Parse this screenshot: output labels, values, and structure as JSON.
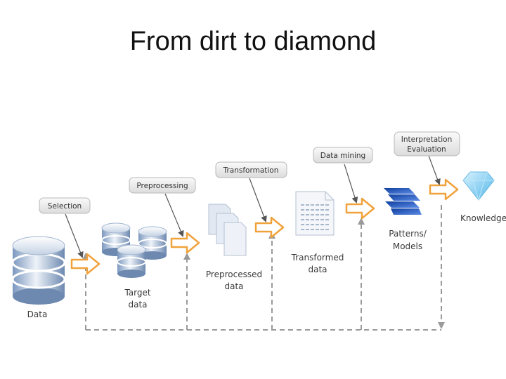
{
  "title": "From dirt to diamond",
  "steps": {
    "selection": "Selection",
    "preprocessing": "Preprocessing",
    "transformation": "Transformation",
    "data_mining": "Data mining",
    "interpretation_line1": "Interpretation",
    "interpretation_line2": "Evaluation"
  },
  "artifacts": {
    "data": "Data",
    "target_line1": "Target",
    "target_line2": "data",
    "preprocessed_line1": "Preprocessed",
    "preprocessed_line2": "data",
    "transformed_line1": "Transformed",
    "transformed_line2": "data",
    "patterns_line1": "Patterns/",
    "patterns_line2": "Models",
    "knowledge": "Knowledge"
  },
  "colors": {
    "arrow_orange": "#f0a23c",
    "feedback_gray": "#9a9a9a",
    "tag_fill": "#eeeeee",
    "cylinder_blue": "#7e9cc2",
    "patterns_blue": "#1f52b8",
    "diamond_blue": "#8fd3f2"
  }
}
